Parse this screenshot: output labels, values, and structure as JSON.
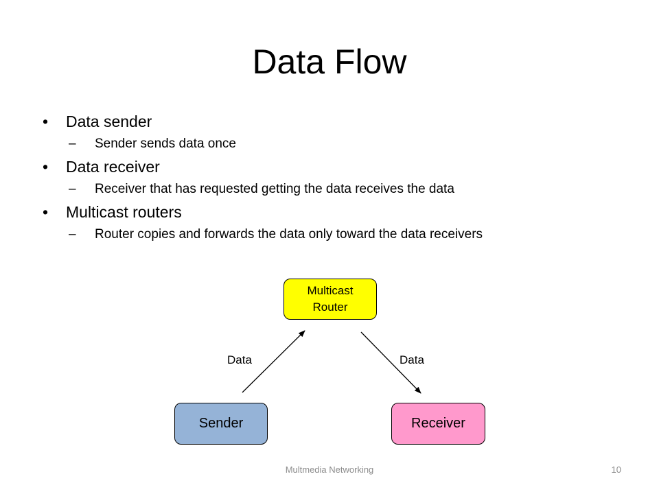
{
  "slide": {
    "title": "Data Flow",
    "bullets": [
      {
        "text": "Data sender",
        "sub": [
          "Sender sends data once"
        ]
      },
      {
        "text": "Data receiver",
        "sub": [
          "Receiver that has requested getting the data receives the data"
        ]
      },
      {
        "text": "Multicast routers",
        "sub": [
          "Router copies and forwards the data only toward the data receivers"
        ]
      }
    ],
    "bullet_mark": "•",
    "sub_mark": "–"
  },
  "diagram": {
    "router": {
      "line1": "Multicast",
      "line2": "Router",
      "color": "#ffff00"
    },
    "sender": {
      "label": "Sender",
      "color": "#95b3d7"
    },
    "receiver": {
      "label": "Receiver",
      "color": "#ff99cc"
    },
    "edge_left_label": "Data",
    "edge_right_label": "Data"
  },
  "footer": {
    "text": "Multmedia Networking",
    "page_number": "10"
  }
}
